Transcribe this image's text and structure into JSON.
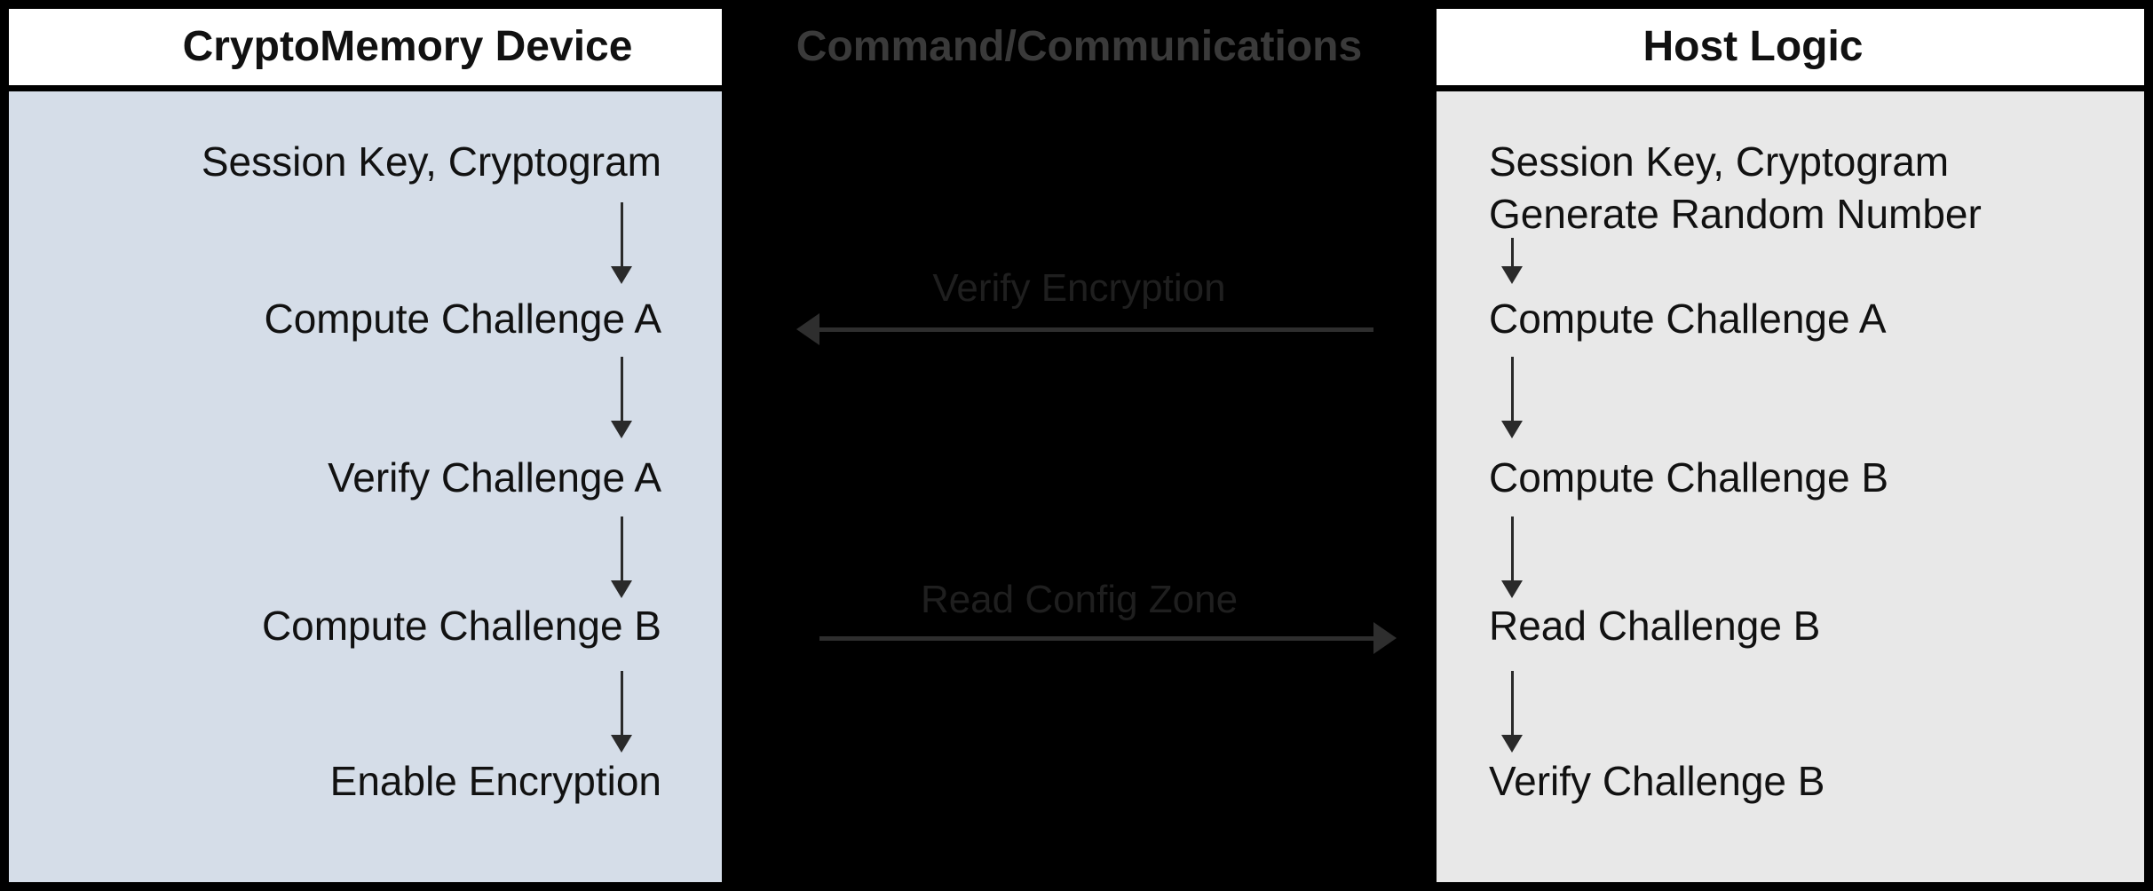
{
  "left_panel": {
    "title": "CryptoMemory Device",
    "steps": [
      "Session Key, Cryptogram",
      "Compute Challenge A",
      "Verify Challenge A",
      "Compute Challenge B",
      "Enable Encryption"
    ]
  },
  "middle": {
    "title": "Command/Communications",
    "messages": [
      {
        "label": "Verify Encryption",
        "direction": "left"
      },
      {
        "label": "Read Config Zone",
        "direction": "right"
      }
    ]
  },
  "right_panel": {
    "title": "Host Logic",
    "steps": [
      "Session Key, Cryptogram",
      "Generate Random Number",
      "Compute Challenge A",
      "Compute Challenge B",
      "Read Challenge B",
      "Verify Challenge B"
    ]
  },
  "colors": {
    "canvas_bg": "#000000",
    "header_bg": "#ffffff",
    "header_text": "#111111",
    "left_panel_bg": "#d5dde8",
    "right_panel_bg": "#e8e8e8",
    "step_text": "#111111",
    "flow_arrow": "#2a2a2a",
    "middle_title_text": "#3a3a3a",
    "middle_label_text": "#1f1f1f",
    "middle_arrow": "#2e2e2e"
  }
}
